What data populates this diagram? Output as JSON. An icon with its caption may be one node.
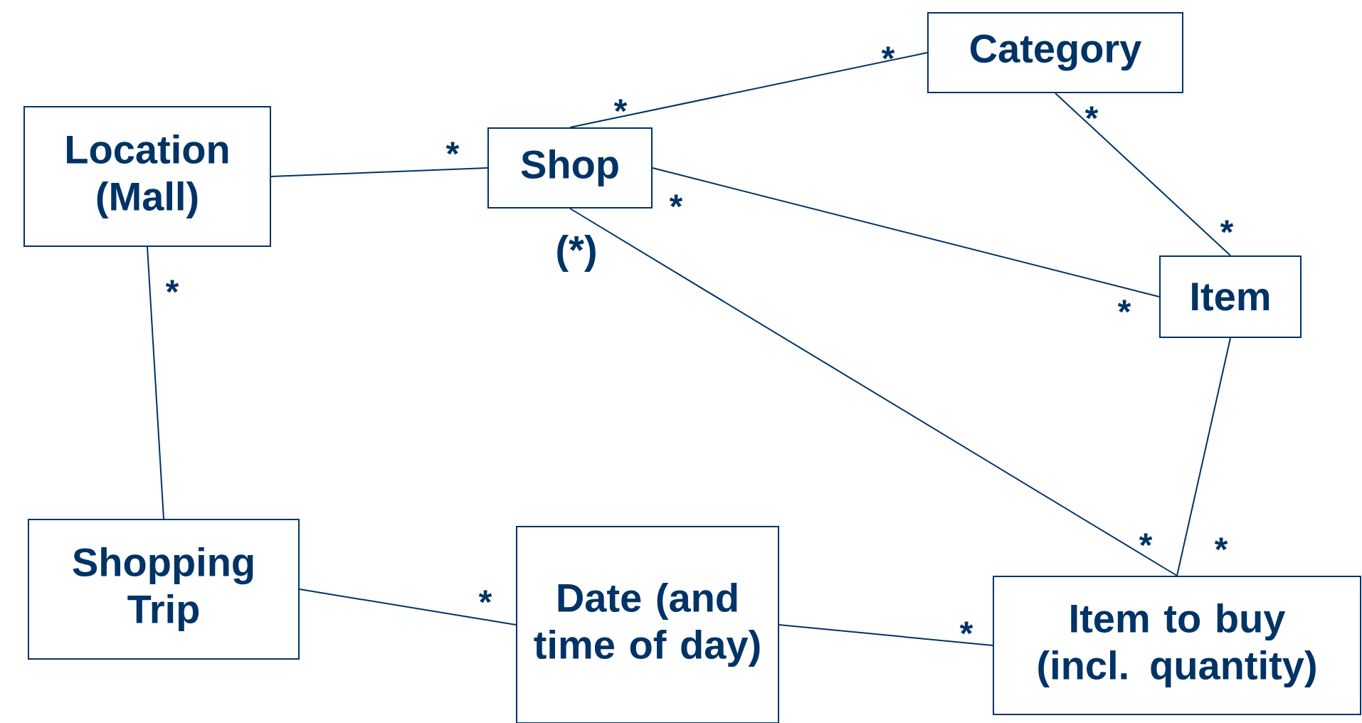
{
  "diagram": {
    "nodes": [
      {
        "text": [
          "Location (Mall)"
        ]
      },
      {
        "text": [
          "Shop"
        ],
        "beside": [
          "(*)"
        ]
      },
      {
        "text": [
          "Category"
        ]
      },
      {
        "text": [
          "Item"
        ]
      },
      {
        "text": [
          "Shopping Trip"
        ]
      },
      {
        "text": [
          "Date (and time of day)"
        ]
      },
      {
        "text": [
          "Item to buy (incl. quantity)"
        ]
      }
    ],
    "edges": [
      {
        "from": 0,
        "to": 1,
        "arrow": "none"
      },
      {
        "from": 1,
        "to": 2,
        "arrow": "none"
      },
      {
        "from": 1,
        "to": 3,
        "arrow": "none"
      },
      {
        "from": 2,
        "to": 3,
        "arrow": "none"
      },
      {
        "from": 0,
        "to": 4,
        "arrow": "none"
      },
      {
        "from": 1,
        "to": 6,
        "arrow": "none"
      },
      {
        "from": 3,
        "to": 6,
        "arrow": "none"
      },
      {
        "from": 4,
        "to": 5,
        "arrow": "none"
      },
      {
        "from": 5,
        "to": 6,
        "arrow": "none"
      }
    ],
    "labels": [
      "*",
      "*",
      "*",
      "*",
      "*",
      "*",
      "*",
      "*",
      "*",
      "*",
      "*",
      "*"
    ]
  }
}
